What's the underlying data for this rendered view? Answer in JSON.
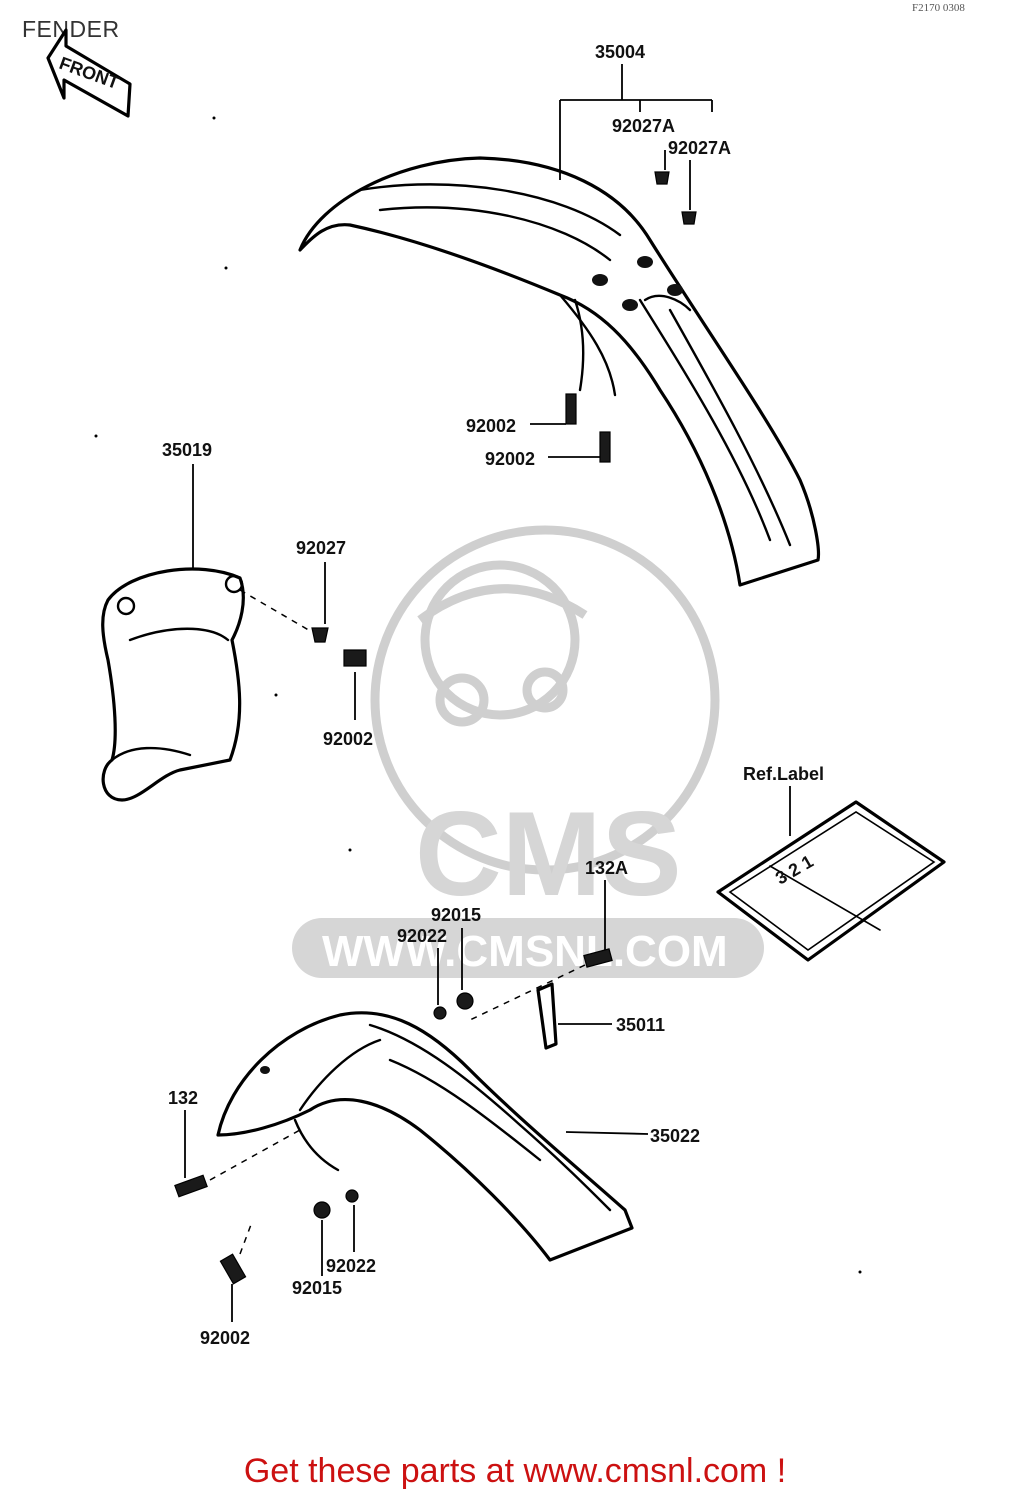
{
  "header": {
    "title": "FENDER",
    "ref_code": "F2170 0308"
  },
  "direction": {
    "label": "FRONT"
  },
  "watermark": {
    "logo_text": "CMS",
    "url_text": "WWW.CMSNL.COM"
  },
  "decal": {
    "text": "3 2 1"
  },
  "parts": {
    "p35004": "35004",
    "p92027A_1": "92027A",
    "p92027A_2": "92027A",
    "p92002_a": "92002",
    "p92002_b": "92002",
    "p35019": "35019",
    "p92027": "92027",
    "p92002_c": "92002",
    "ref_label": "Ref.Label",
    "p132A": "132A",
    "p92015_a": "92015",
    "p92022_a": "92022",
    "p35011": "35011",
    "p132": "132",
    "p35022": "35022",
    "p92022_b": "92022",
    "p92015_b": "92015",
    "p92002_d": "92002"
  },
  "footer": {
    "text": "Get these parts at www.cmsnl.com !"
  },
  "colors": {
    "footer": "#cc1111",
    "title": "#333333",
    "watermark": "#d0d0d0"
  }
}
